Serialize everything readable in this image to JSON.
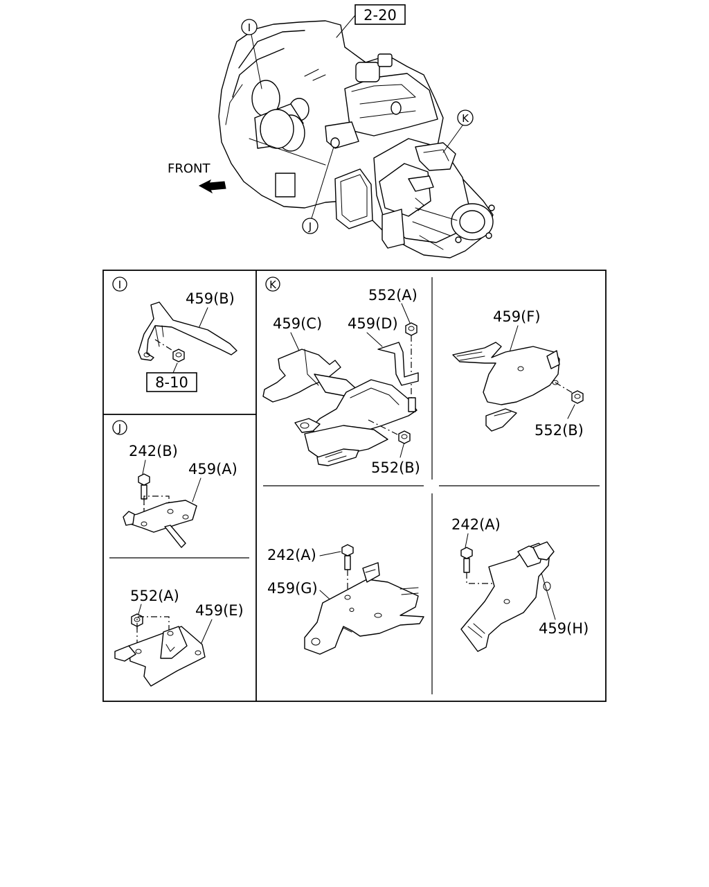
{
  "top": {
    "ref_box": "2-20",
    "front_label": "FRONT",
    "callouts": {
      "i": "I",
      "j": "J",
      "k": "K"
    }
  },
  "panel_i": {
    "marker": "I",
    "part_459b": "459(B)",
    "ref_box": "8-10"
  },
  "panel_j": {
    "marker": "J",
    "part_242b": "242(B)",
    "part_459a": "459(A)",
    "part_552a": "552(A)",
    "part_459e": "459(E)"
  },
  "panel_k": {
    "marker": "K",
    "part_552a": "552(A)",
    "part_459c": "459(C)",
    "part_459d": "459(D)",
    "part_552b": "552(B)",
    "part_459f": "459(F)",
    "part_552b_2": "552(B)",
    "part_242a": "242(A)",
    "part_459g": "459(G)",
    "part_242a_2": "242(A)",
    "part_459h": "459(H)"
  }
}
